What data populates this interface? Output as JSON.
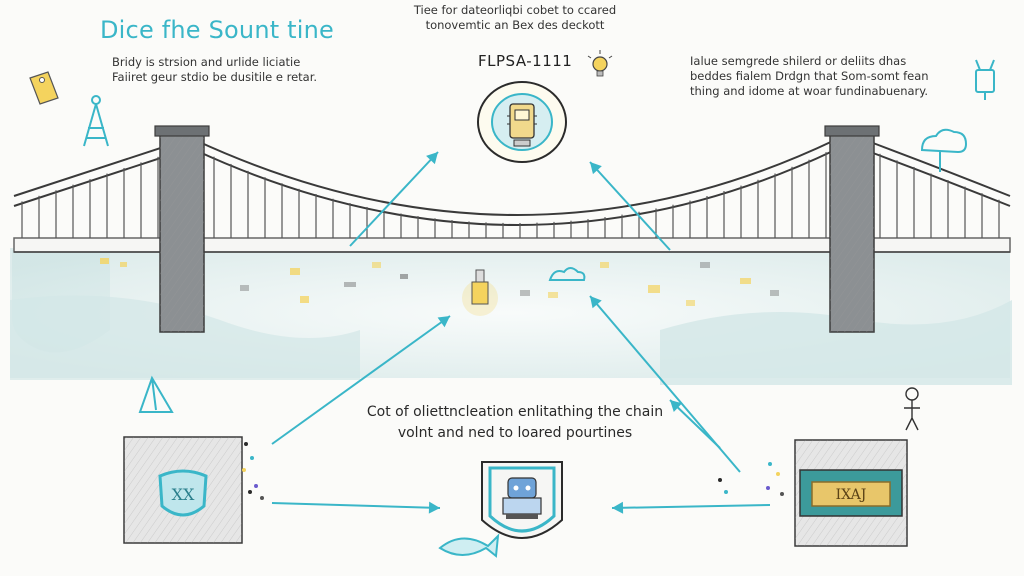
{
  "header": {
    "title": "Dice fhe Sount tine",
    "subtitle_lines": [
      "Bridy is strsion and urlide liciatie",
      "Faiiret geur stdio be dusitile e retar."
    ]
  },
  "top_note": {
    "lines": [
      "Tiee for dateorliqbi cobet to ccared",
      "tonovemtic an Bex des deckott"
    ]
  },
  "right_note": {
    "lines": [
      "Ialue semgrede shilerd or deliits dhas",
      "beddes fialem Drdgn that Som-somt fean",
      "thing and idome at woar fundinabuenary."
    ]
  },
  "center_node": {
    "label": "FLPSA-1111"
  },
  "caption": {
    "lines": [
      "Cot of oliettncleation enlitathing the chain",
      "volnt and ned to loared pourtines"
    ]
  },
  "left_box": {
    "badge_text": "XX"
  },
  "right_box": {
    "plate_text": "IXAJ"
  },
  "colors": {
    "accent": "#3ab6c8",
    "tower": "#8c9093",
    "water": "#d7e8e8",
    "highlight": "#f4d35e"
  }
}
